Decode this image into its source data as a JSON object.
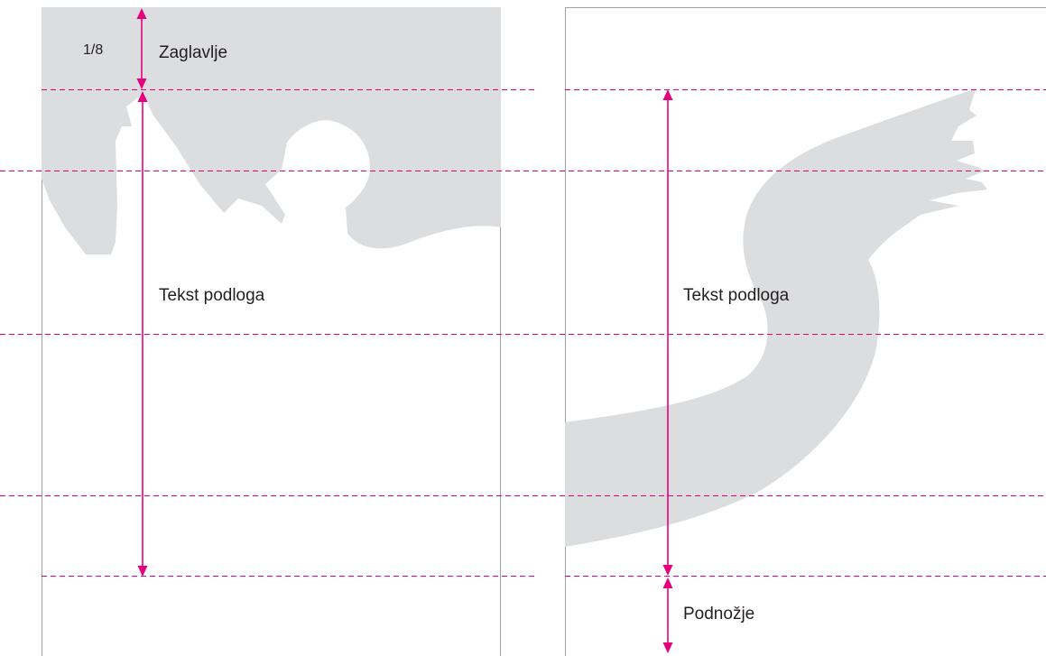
{
  "left_page": {
    "fraction_label": "1/8",
    "header_label": "Zaglavlje",
    "body_label": "Tekst podloga"
  },
  "right_page": {
    "body_label": "Tekst podloga",
    "footer_label": "Podnožje"
  },
  "colors": {
    "accent": "#e6007e",
    "shape_gray": "#dcdddf",
    "page_border": "#9d9fa2",
    "text": "#231f20"
  }
}
